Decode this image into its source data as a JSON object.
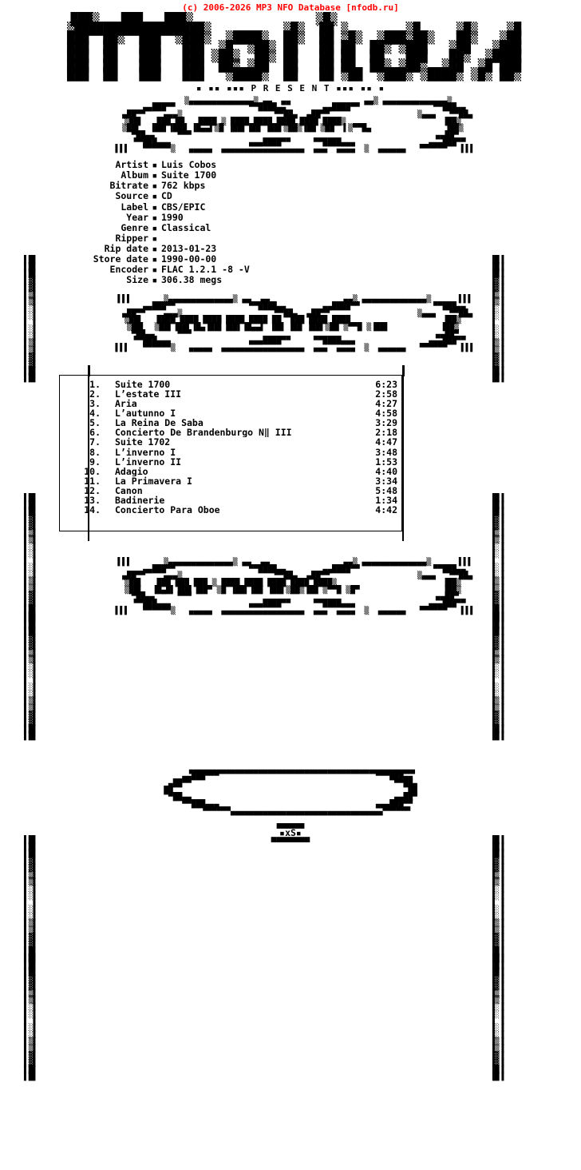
{
  "header": {
    "copyright": "(c) 2006-2026 MP3 NFO Database [nfodb.ru]",
    "copyright_color": "#ff0000"
  },
  "logo": {
    "name": "Mahou",
    "art": "  ███▒   ███   ███▒                 ▒█▒                          \n ▒██████████████████▒          ▒█▒  ██ ▒        ▒█     ▒█▒    ▒█\n ███  ██▒  ███  ▒███▒  ▒████▒  ██▒  ██ ▒█▒  ▒███▒██▒   ██▒   ▒██\n ███  ██   ███   ███  ▒█  ▒██▒ ██   ██ ██  ██▒ ▒███   ▒██   ▒███\n ███  ██   ███   ███ ▒██▒  ██▒ ██   ██ ██  ██   ███   ██▒  ▒████\n ███  ██   ███   ███  ██▒ ▒██  ██   ██ ██  ██▒ ▒██▒  ▒██  ▒█ ███\n ███  ██   ███   ███   ▒████▒  ██   ██ ▒██  ▒███▒ ▒████▒ ▒█▒ ██▒"
  },
  "present": {
    "label": "P R E S E N T",
    "text": "▪ ▪▪ ▪▪▪ P R E S E N T ▪▪▪ ▪▪ ▪"
  },
  "banners": [
    {
      "name": "album-notes",
      "label": "ALBUM NOTES",
      "art": "            ▒▄▄▄▄▄▄▄▄▄▄▄▄▄▄▒ ▄▄  ▄▄                ▄▄▒ ▄▄▄▄▄▄▄▄▄▄▄▄▄▄▒\n      ▄▄███▀▀                ▀▀████▄▄        ▄▄████▀▀                ▀▀███▄▄\n   ▄██▀▀    ▄▄▄▒                    ▀▀██▄  ▄██▀▀                   ▒▄▄▄   ▀▀██▄\n ▒██▌   ███ ██   ████ ▒ ████ ████ ████ ████ ████▒                     ▐██▒\n ▒██▌  ▐██▌▐███ ▐█▄▄▌▒█ ▐██▌▐██ ▐██▌▒██▒▐██ ▒██  ▌▒▀▀█▄                ▐██▒\n  ▀██▄▄     ▀▀▀                                                     ▄▄██▀\n    ▀▀███▄▄▄                 ▄▄▄████▀▀     ▀▀████▄▄▄                ▄▄▄███▀▀\n  ▌▌▌   ▀▀▀▀▀▀▒   ▄▄▄▄▄  ▄▄▄▄▄▄▄▄▄▄▄▄▄▄▄▄▄▄  ▄▄▄  ▄▄▄▄  ▒  ▄▄▄▄▄▄   ▀▀▀▀▀▀   ▌▌▌"
    },
    {
      "name": "tracklist",
      "label": "TRACKLIST",
      "art": "  ▌▌▌       ▒▄▄▄▄▄▄▄▄▄▄▄▄▄▄▒ ▄▄  ▄▄                ▄▄▒ ▄▄▄▄▄▄▄▄▄▄▄▄▄▄▒      ▌▌▌\n      ▄▄███▀▀                ▀▀████▄▄        ▄▄████▀▀                ▀▀███▄▄\n   ▄██▀▀    ▄▄▄▒                    ▀▀██▄  ▄██▀▀                   ▒▄▄▄   ▀▀██▄\n ▒██▌   ████ ████ ████ ████ ████ ██  ███ ████ ████                    ▐██▒\n ▒██▌  ▒██▌▐██▌▐█▄▐██▌▐██▌▐█▄▄▌ ▐██ ▐██ ▐██▌▒██ ▒▀▀█ ▒▐██▌           ▐██▒\n  ▀██▄▄     ▀▀▀                                                     ▄▄██▀\n    ▀▀███▄▄▄                 ▄▄▄████▀▀     ▀▀████▄▄▄                ▄▄▄███▀▀\n  ▌▌▌   ▀▀▀▀▀▀▒   ▄▄▄▄▄  ▄▄▄▄▄▄▄▄▄▄▄▄▄▄▄▄▄▄  ▄▄▄  ▄▄▄▄  ▒  ▄▄▄▄▄▄   ▀▀▀▀▀▀   ▌▌▌"
    },
    {
      "name": "grp-notes",
      "label": "GRP NOTES",
      "art": "  ▌▌▌       ▒▄▄▄▄▄▄▄▄▄▄▄▄▄▄▒ ▄▄  ▄▄                ▄▄▒ ▄▄▄▄▄▄▄▄▄▄▄▄▄▄▒      ▌▌▌\n      ▄▄███▀▀                ▀▀████▄▄        ▄▄████▀▀                ▀▀███▄▄\n   ▄██▀▀    ▄▄▄▒                    ▀▀██▄  ▄██▀▀                   ▒▄▄▄   ▀▀██▄\n ▒██▌   ███ ███ ███ ▒ ████ ████ ████ ████ ████▒                       ▐██▒\n ▒██▌  ▐█▄█▌▐██▌▐██▀ ▒█ ▐██▌▐██ ▐██▌▒██▒▐██ ▒▀▀█ ▒█▀                  ▐██▒\n  ▀██▄▄     ▀▀▀                                                     ▄▄██▀\n    ▀▀███▄▄▄                 ▄▄▄████▀▀     ▀▀████▄▄▄                ▄▄▄███▀▀\n  ▌▌▌   ▀▀▀▀▀▀▒   ▄▄▄▄▄  ▄▄▄▄▄▄▄▄▄▄▄▄▄▄▄▄▄▄  ▄▄▄  ▄▄▄▄  ▒  ▄▄▄▄▄▄   ▀▀▀▀▀▀   ▌▌▌"
    }
  ],
  "meta": {
    "separator": "▪",
    "rows": [
      {
        "key": "Artist",
        "value": "Luis Cobos"
      },
      {
        "key": "Album",
        "value": "Suite 1700"
      },
      {
        "key": "Bitrate",
        "value": "762 kbps"
      },
      {
        "key": "Source",
        "value": "CD"
      },
      {
        "key": "Label",
        "value": "CBS/EPIC"
      },
      {
        "key": "Year",
        "value": "1990"
      },
      {
        "key": "Genre",
        "value": "Classical"
      },
      {
        "key": "Ripper",
        "value": ""
      },
      {
        "key": "Rip date",
        "value": "2013-01-23"
      },
      {
        "key": "Store date",
        "value": "1990-00-00"
      },
      {
        "key": "Encoder",
        "value": "FLAC 1.2.1 -8 -V"
      },
      {
        "key": "Size",
        "value": "306.38 megs"
      }
    ]
  },
  "tracklist": {
    "tracks": [
      {
        "num": "1.",
        "title": "Suite 1700",
        "time": "6:23"
      },
      {
        "num": "2.",
        "title": "L’estate III",
        "time": "2:58"
      },
      {
        "num": "3.",
        "title": "Aria",
        "time": "4:27"
      },
      {
        "num": "4.",
        "title": "L’autunno I",
        "time": "4:58"
      },
      {
        "num": "5.",
        "title": "La Reina De Saba",
        "time": "3:29"
      },
      {
        "num": "6.",
        "title": "Concierto De Brandenburgo N‖ III",
        "time": "2:18"
      },
      {
        "num": "7.",
        "title": "Suite 1702",
        "time": "4:47"
      },
      {
        "num": "8.",
        "title": "L’inverno I",
        "time": "3:48"
      },
      {
        "num": "9.",
        "title": "L’inverno II",
        "time": "1:53"
      },
      {
        "num": "10.",
        "title": "Adagio",
        "time": "4:40"
      },
      {
        "num": "11.",
        "title": "La Primavera I",
        "time": "3:34"
      },
      {
        "num": "12.",
        "title": "Canon",
        "time": "5:48"
      },
      {
        "num": "13.",
        "title": "Badinerie",
        "time": "1:34"
      },
      {
        "num": "14.",
        "title": "Concierto Para Oboe",
        "time": "4:42"
      }
    ]
  },
  "grp_notes": {
    "body": ""
  },
  "sides": {
    "left": "▌█▌\n▌█▌\n▌█▌\n▌▓▌\n▌▓▌\n▌▒▌\n▌▒▌\n▌░▌\n▌░▌\n▌ ▌\n▌░▌\n▌░▌\n▌▒▌\n▌▒▌\n▌▓▌\n▌▓▌\n▌█▌\n▌█▌",
    "right": "▐█▐\n▐█▐\n▐█▐\n▐▓▐\n▐▓▐\n▐▒▐\n▐▒▐\n▐░▐\n▐░▐\n▐ ▐\n▐░▐\n▐░▐\n▐▒▐\n▐▒▐\n▐▓▐\n▐▓▐\n▐█▐\n▐█▐"
  },
  "bottom": {
    "art": "     ▄▄▄▄▄▄▄▄▄▄▄▄▄▄▄▄▄▄▄▄▄▄▄▄▄▄▄▄▄▄▄▄▄▄▄▄▄▄▄▄▄▄▄▄▄▄▄▄▄\n   ▄▄███▀▀▀                                  ▀▀▀███▄▄\n ▄██▀▀                                            ▀▀██▄\n▐█▌                                                  ▐█▌\n ▀██▄▄                                            ▄▄██▀\n   ▀▀███▄▄▄                                  ▄▄▄███▀▀\n       ▀▀▀▀▀▀▄▄▄▄▄▄▄▄▄▄▄▄▄▄▄▄▄▄▄▄▄▄▄▄▄▄▄▄▄▄▄▄▄▀▀▀▀▀▀"
  },
  "footer": {
    "signature": "▪xS▪",
    "bar_top": "▄▄▄▄▄",
    "bar_bottom": "▀▀▀▀▀▀▀"
  }
}
